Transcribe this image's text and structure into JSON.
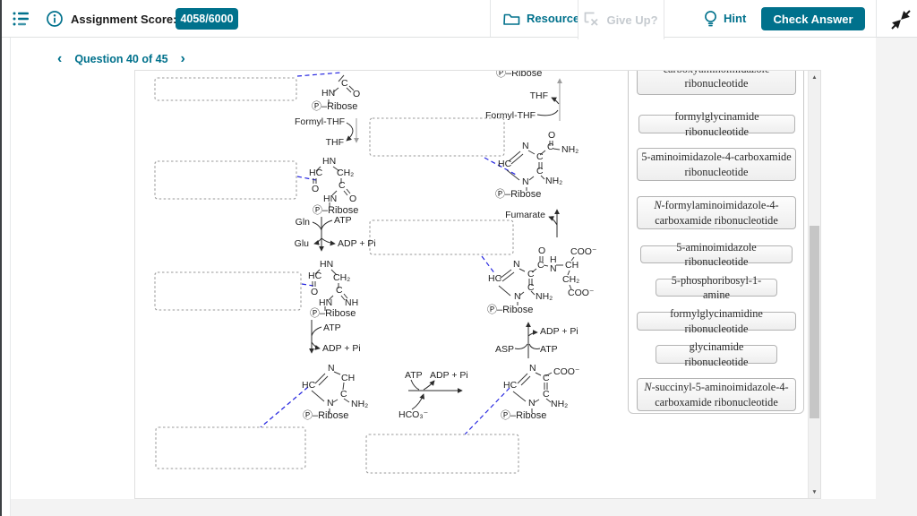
{
  "header": {
    "assignment_score_label": "Assignment Score:",
    "score": "4058/6000",
    "resources": "Resources",
    "give_up": "Give Up?",
    "hint": "Hint",
    "check_answer": "Check Answer"
  },
  "nav": {
    "prev": "‹",
    "label": "Question 40 of 45",
    "next": "›"
  },
  "glyphs": {
    "up": "▲",
    "down": "▼"
  },
  "word_bank": {
    "items": [
      {
        "pre": "",
        "text": "carboxyaminoimidazole ribonucleotide"
      },
      {
        "pre": "",
        "text": "formylglycinamide ribonucleotide"
      },
      {
        "pre": "",
        "text": "5-aminoimidazole-4-carboxamide ribonucleotide"
      },
      {
        "pre": "N",
        "text": "-formylaminoimidazole-4-carboxamide ribonucleotide"
      },
      {
        "pre": "",
        "text": "5-aminoimidazole ribonucleotide"
      },
      {
        "pre": "",
        "text": "5-phosphoribosyl-1-amine"
      },
      {
        "pre": "",
        "text": "formylglycinamidine ribonucleotide"
      },
      {
        "pre": "",
        "text": "glycinamide ribonucleotide"
      },
      {
        "pre": "N",
        "text": "-succinyl-5-aminoimidazole-4-carboxamide ribonucleotide"
      }
    ]
  },
  "d": {
    "HN": "HN",
    "HC": "HC",
    "CH2": "CH₂",
    "O": "O",
    "C": "C",
    "N": "N",
    "NH": "NH",
    "NH2": "NH₂",
    "CH": "CH",
    "H": "H",
    "PRibose": "Ⓟ–Ribose",
    "COO": "COO⁻",
    "formylTHF": "Formyl-THF",
    "THF": "THF",
    "Gln": "Gln",
    "Glu": "Glu",
    "ATP": "ATP",
    "ADPPi": "ADP + Pi",
    "ASP": "ASP",
    "Fumarate": "Fumarate",
    "HCO3": "HCO₃⁻"
  },
  "colors": {
    "accent": "#00718c",
    "connector_blue": "#2626e0"
  }
}
